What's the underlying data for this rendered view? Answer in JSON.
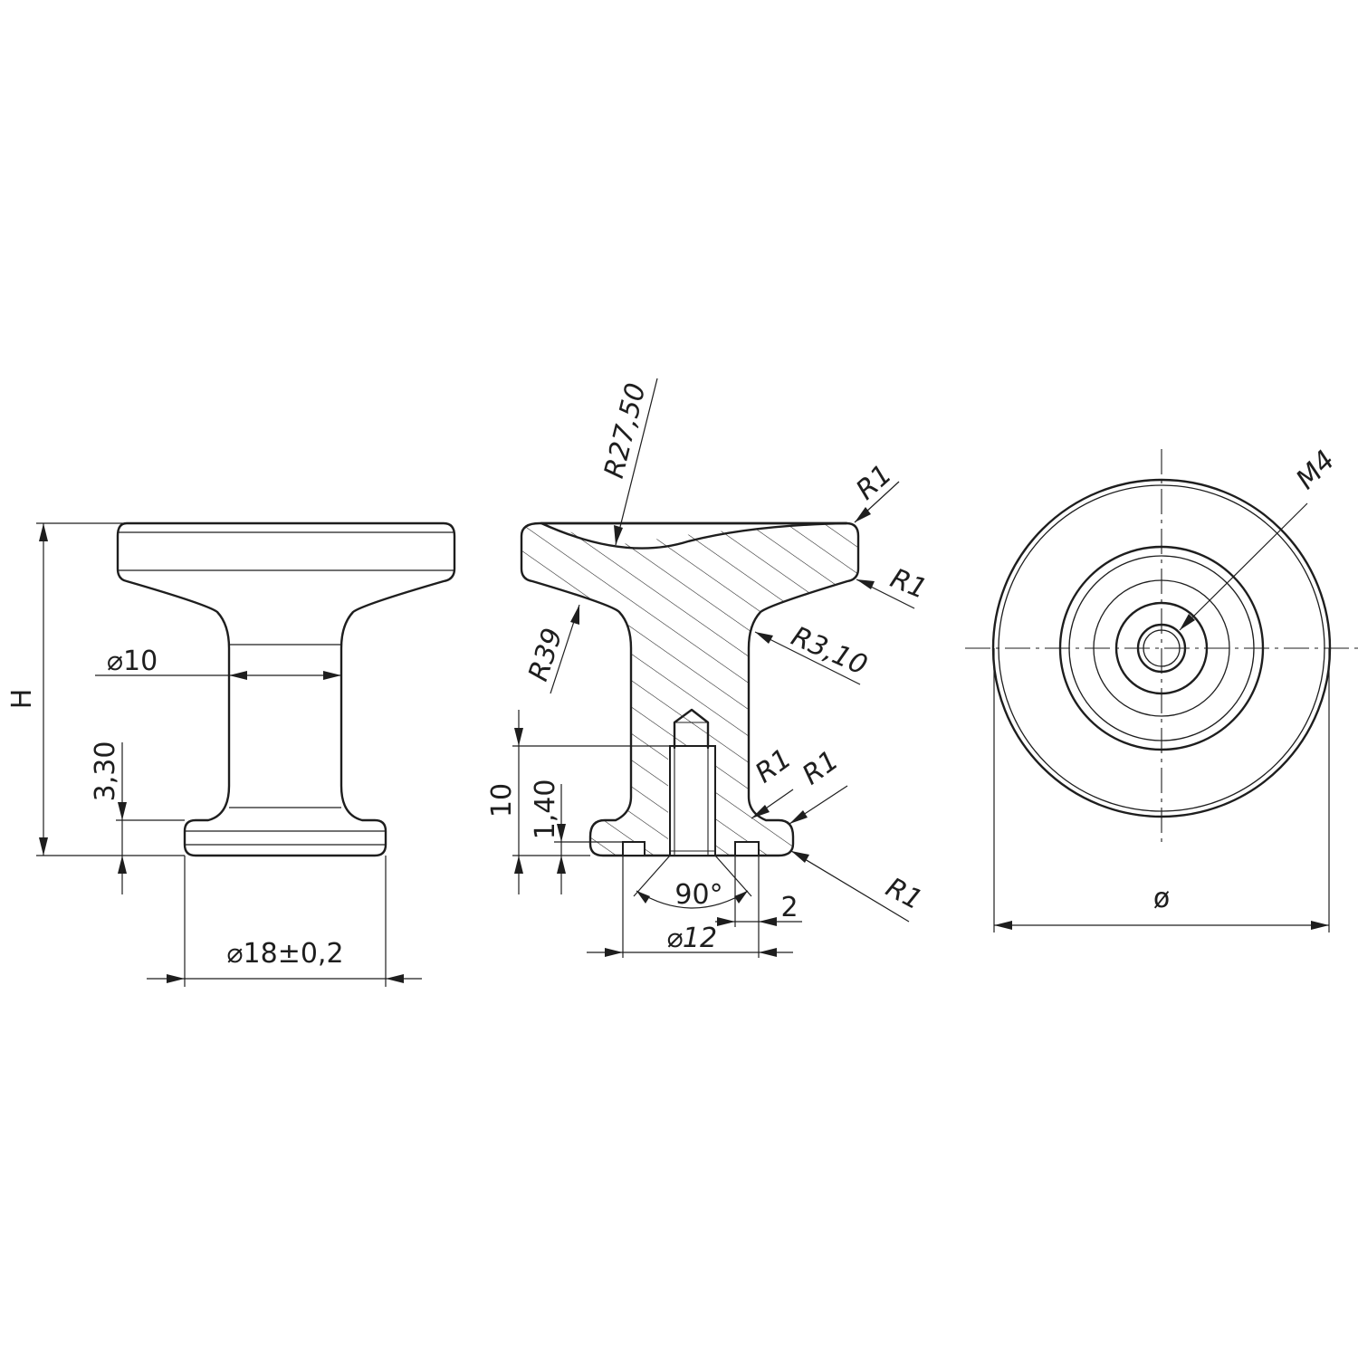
{
  "side_view": {
    "height_label": "H",
    "shank_diameter": "⌀10",
    "base_thickness": "3,30",
    "base_diameter": "⌀18±0,2"
  },
  "section_view": {
    "top_radius": "R27,50",
    "top_edge_radius": "R1",
    "cap_edge_radius": "R1",
    "underside_radius": "R39",
    "neck_radius": "R3,10",
    "foot_radius_a": "R1",
    "foot_radius_b": "R1",
    "foot_bottom_radius": "R1",
    "thread_depth": "10",
    "recess_depth": "1,40",
    "countersink_angle": "90°",
    "recess_width": "2",
    "recess_diameter": "⌀12"
  },
  "top_view": {
    "thread_label": "M4",
    "diameter_label": "ø"
  }
}
